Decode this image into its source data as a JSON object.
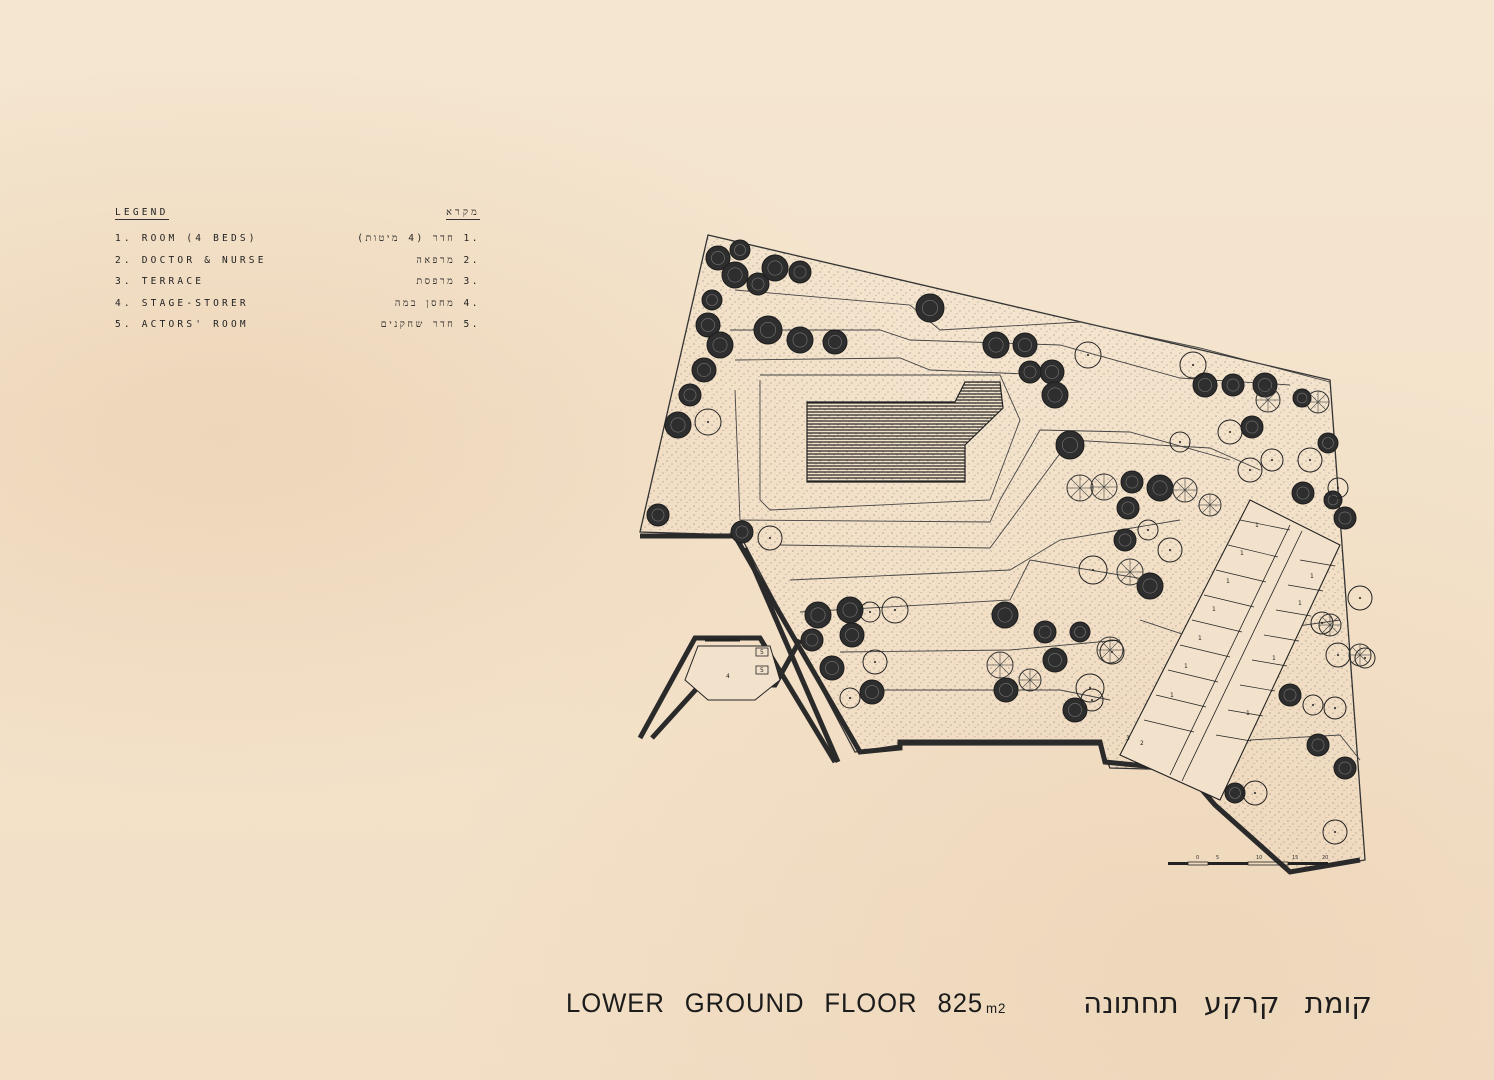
{
  "legend": {
    "title_en": "LEGEND",
    "title_he": "מקרא",
    "items": [
      {
        "en": "1. ROOM (4 BEDS)",
        "he": ".1 חדר (4 מיטות)"
      },
      {
        "en": "2. DOCTOR & NURSE",
        "he": ".2 מרפאה"
      },
      {
        "en": "3. TERRACE",
        "he": ".3 מרפסת"
      },
      {
        "en": "4. STAGE-STORER",
        "he": ".4 מחסן במה"
      },
      {
        "en": "5. ACTORS' ROOM",
        "he": ".5 חדר שחקנים"
      }
    ]
  },
  "title": {
    "lower": "LOWER",
    "ground": "GROUND",
    "floor": "FLOOR",
    "area": "825",
    "unit": "m2",
    "hebrew": "קומת קרקע תחתונה"
  },
  "scale_bar": {
    "ticks": [
      "0",
      "5",
      "10",
      "15",
      "20"
    ]
  },
  "plan_labels": {
    "stage_room": "4",
    "actors_room_a": "5",
    "actors_room_b": "5",
    "room": "1",
    "doctor": "2",
    "terrace": "3"
  },
  "colors": {
    "paper": "#f4e3cc",
    "ink": "#222222"
  }
}
